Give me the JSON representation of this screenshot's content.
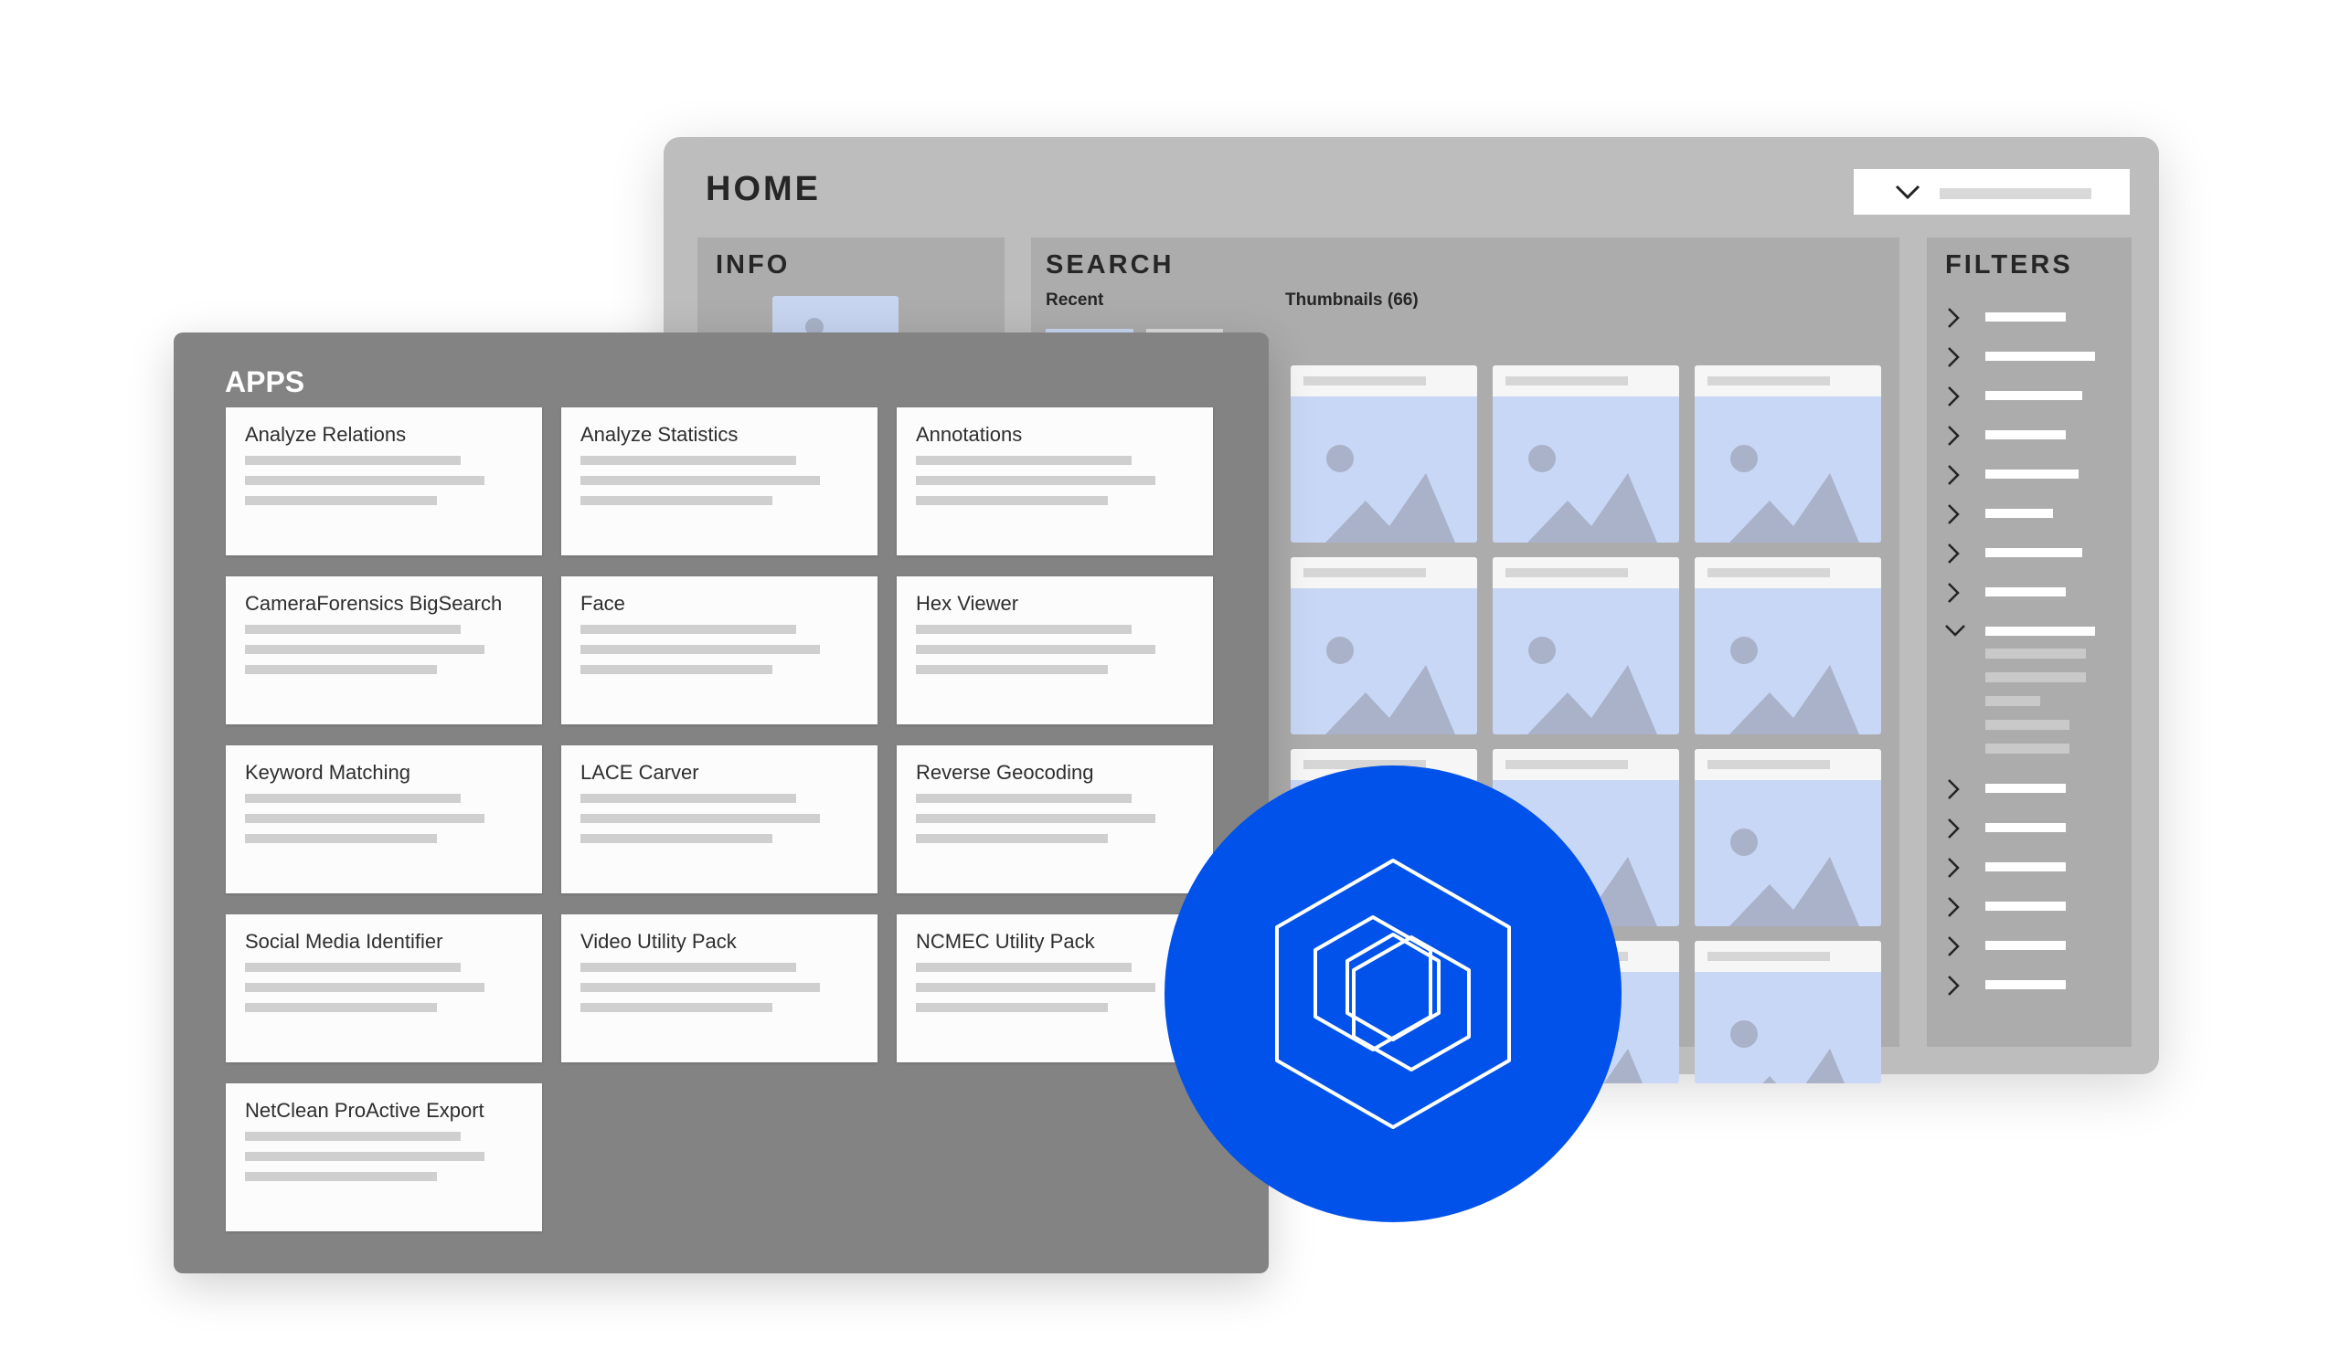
{
  "home": {
    "title": "HOME",
    "info_title": "INFO",
    "search_title": "SEARCH",
    "recent_label": "Recent",
    "thumbnails_label": "Thumbnails (66)",
    "filters_title": "FILTERS"
  },
  "apps": {
    "title": "APPS",
    "cards": [
      {
        "title": "Analyze Relations"
      },
      {
        "title": "Analyze Statistics"
      },
      {
        "title": "Annotations"
      },
      {
        "title": "CameraForensics BigSearch"
      },
      {
        "title": "Face"
      },
      {
        "title": "Hex Viewer"
      },
      {
        "title": "Keyword Matching"
      },
      {
        "title": "LACE Carver"
      },
      {
        "title": "Reverse Geocoding"
      },
      {
        "title": "Social Media Identifier"
      },
      {
        "title": "Video Utility Pack"
      },
      {
        "title": "NCMEC Utility Pack"
      },
      {
        "title": "NetClean ProActive Export"
      }
    ]
  },
  "icons": {
    "dropdown": "chevron-down-icon",
    "filter_collapsed": "chevron-right-icon",
    "filter_expanded": "chevron-down-icon",
    "thumbnail": "image-placeholder-icon",
    "logo": "hexagon-logo-icon"
  },
  "colors": {
    "home_bg": "#bdbdbd",
    "panel_bg": "#acacac",
    "apps_bg": "#838383",
    "thumb_bg": "#c9d7f6",
    "thumb_shape": "#a9b2c8",
    "brand_blue": "#0052ea"
  }
}
